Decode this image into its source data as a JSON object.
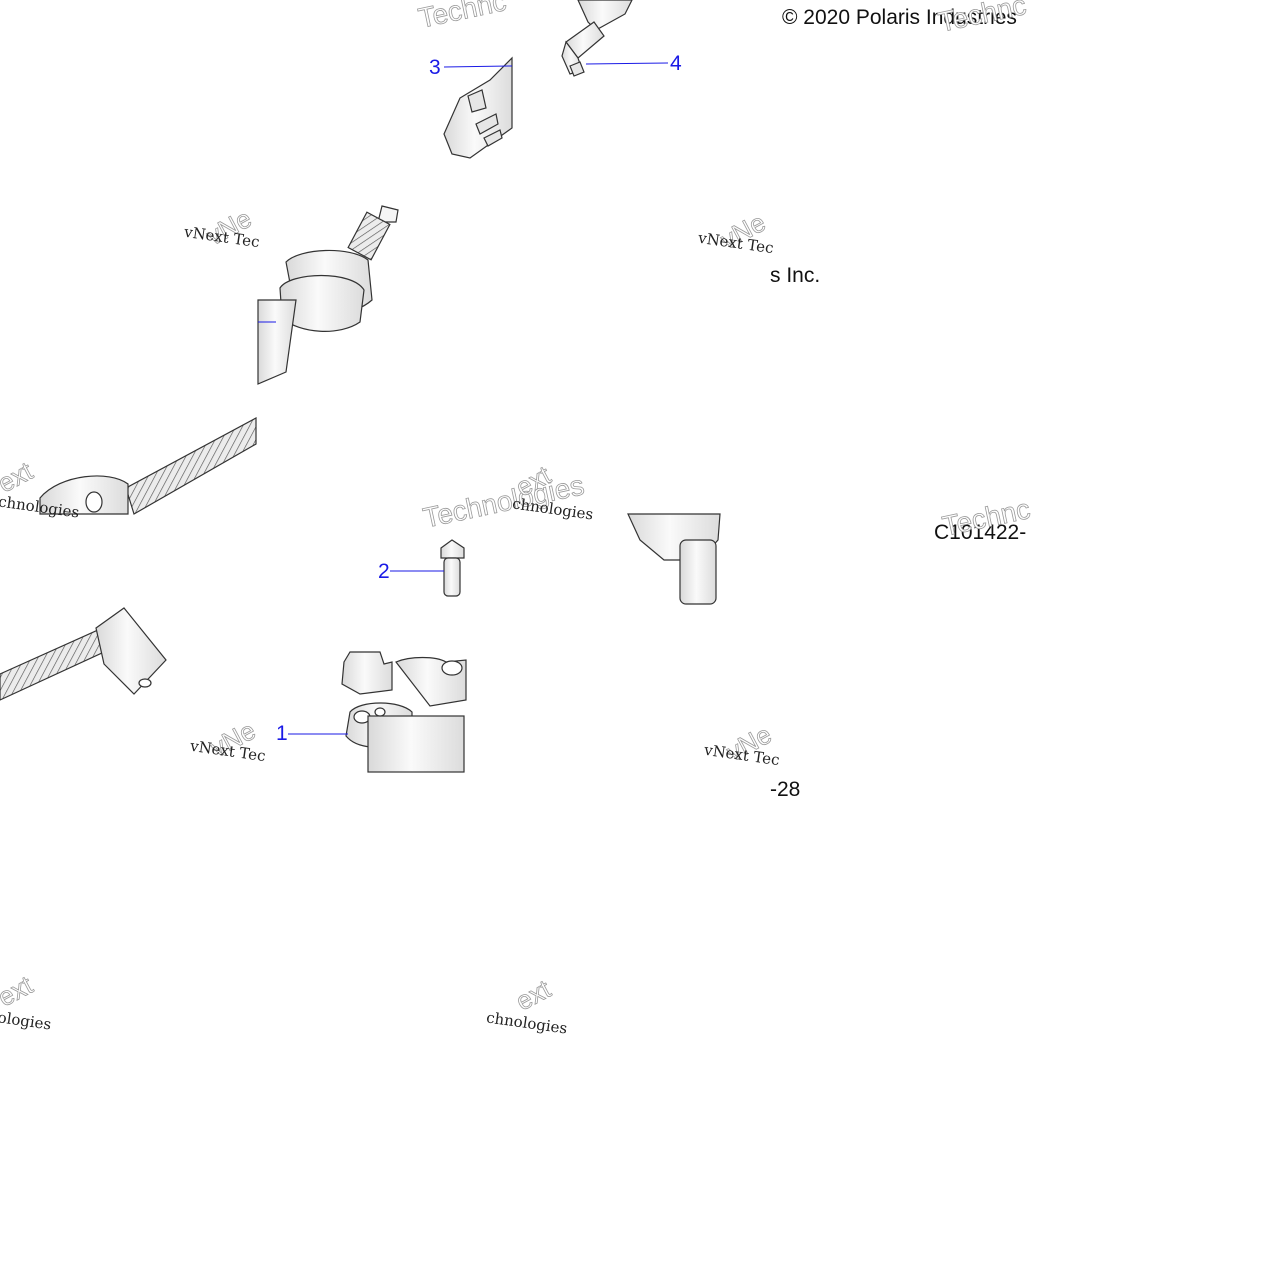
{
  "diagram": {
    "copyright": "© 2020 Polaris Industries",
    "copyright_tail": "s Inc.",
    "figure_code": "C101422-",
    "figure_code_tail": "-28",
    "callouts": [
      {
        "label": "1"
      },
      {
        "label": "2"
      },
      {
        "label": "3"
      },
      {
        "label": "4"
      }
    ],
    "watermark": {
      "brand_large": "Technologies",
      "brand_short": "Technc",
      "fragment_next": "ext",
      "fragment_vne": "vNe",
      "small_text": "vNext Tec",
      "small_text_2": "chnologies"
    },
    "colors": {
      "callout": "#1a1ae6",
      "line_art": "#333333",
      "part_fill": "#f2f2f2"
    }
  }
}
